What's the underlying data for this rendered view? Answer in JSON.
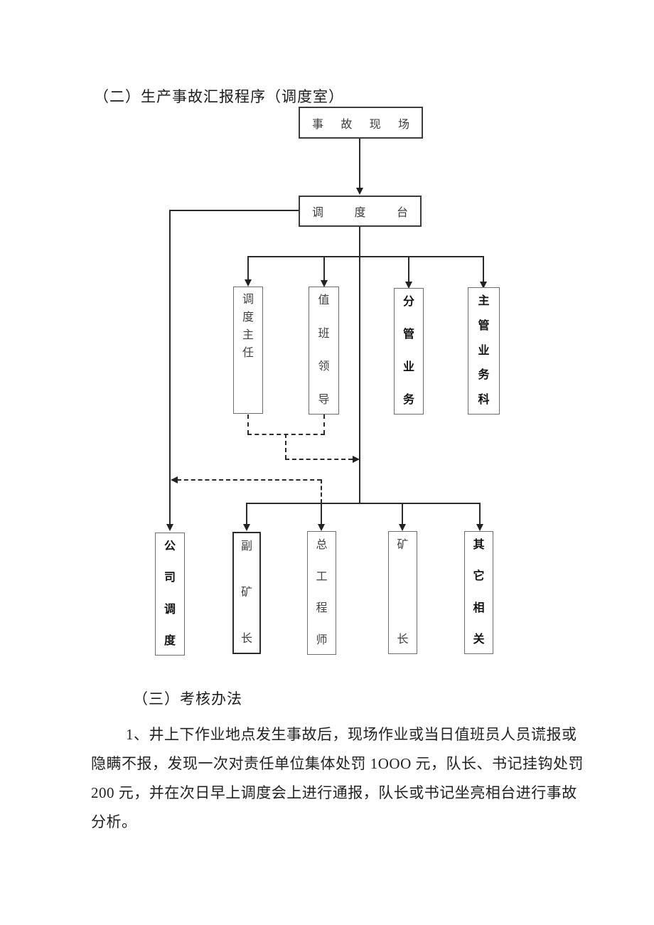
{
  "document": {
    "section2_heading": "（二）生产事故汇报程序（调度室）",
    "section3_heading": "（三）考核办法",
    "paragraph_lines": [
      "1、井上下作业地点发生事故后，现场作业或当日值班员人员谎报或",
      "隐瞒不报，发现一次对责任单位集体处罚 1OOO 元，队长、书记挂钩处罚",
      "200 元，并在次日早上调度会上进行通报，队长或书记坐亮相台进行事故",
      "分析。"
    ]
  },
  "flowchart": {
    "scene_box": "事故现场",
    "dispatch_box": "调度台",
    "level1": [
      {
        "label": "调度主任",
        "emphasis": false
      },
      {
        "label": "值班领导",
        "emphasis": false
      },
      {
        "label": "分管业务",
        "emphasis": true
      },
      {
        "label": "主管业务科",
        "emphasis": true
      }
    ],
    "level2": [
      {
        "label": "公司调度",
        "emphasis": true
      },
      {
        "label": "副矿长",
        "emphasis": false
      },
      {
        "label": "总工程师",
        "emphasis": false
      },
      {
        "label": "矿长",
        "emphasis": false
      },
      {
        "label": "其它相关",
        "emphasis": true
      }
    ]
  },
  "colors": {
    "background": "#ffffff",
    "line": "#2b2b2b",
    "box_border_thin": "#6e6e6e",
    "box_border_thick": "#3c3c3c",
    "text": "#1f1f1f"
  }
}
